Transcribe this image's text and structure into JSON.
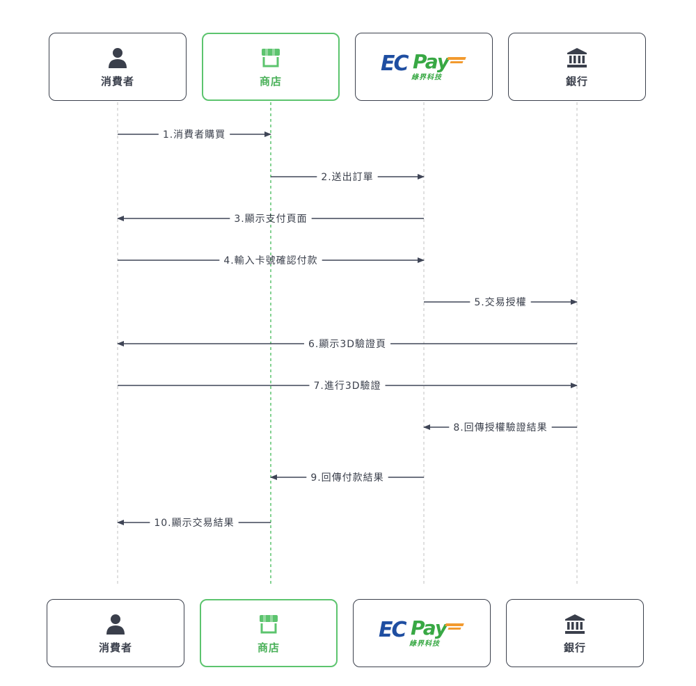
{
  "colors": {
    "line": "#3f4556",
    "lifeline": "#bfbfbf",
    "store_accent": "#5cc46e",
    "label_text": "#3a3f4b"
  },
  "participants": [
    {
      "id": "consumer",
      "label": "消費者",
      "icon": "user-icon"
    },
    {
      "id": "store",
      "label": "商店",
      "icon": "store-icon"
    },
    {
      "id": "ecpay",
      "label": "",
      "icon": "ecpay-logo",
      "logo_text_ec": "EC",
      "logo_text_pay": "Pay",
      "logo_sub": "綠界科技"
    },
    {
      "id": "bank",
      "label": "銀行",
      "icon": "bank-icon"
    }
  ],
  "messages": [
    {
      "from": "consumer",
      "to": "store",
      "label": "1.消費者購買"
    },
    {
      "from": "store",
      "to": "ecpay",
      "label": "2.送出訂單"
    },
    {
      "from": "ecpay",
      "to": "consumer",
      "label": "3.顯示支付頁面"
    },
    {
      "from": "consumer",
      "to": "ecpay",
      "label": "4.輸入卡號確認付款"
    },
    {
      "from": "ecpay",
      "to": "bank",
      "label": "5.交易授權"
    },
    {
      "from": "bank",
      "to": "consumer",
      "label": "6.顯示3D驗證頁"
    },
    {
      "from": "consumer",
      "to": "bank",
      "label": "7.進行3D驗證"
    },
    {
      "from": "bank",
      "to": "ecpay",
      "label": "8.回傳授權驗證結果"
    },
    {
      "from": "ecpay",
      "to": "store",
      "label": "9.回傳付款結果"
    },
    {
      "from": "store",
      "to": "consumer",
      "label": "10.顯示交易結果"
    }
  ]
}
